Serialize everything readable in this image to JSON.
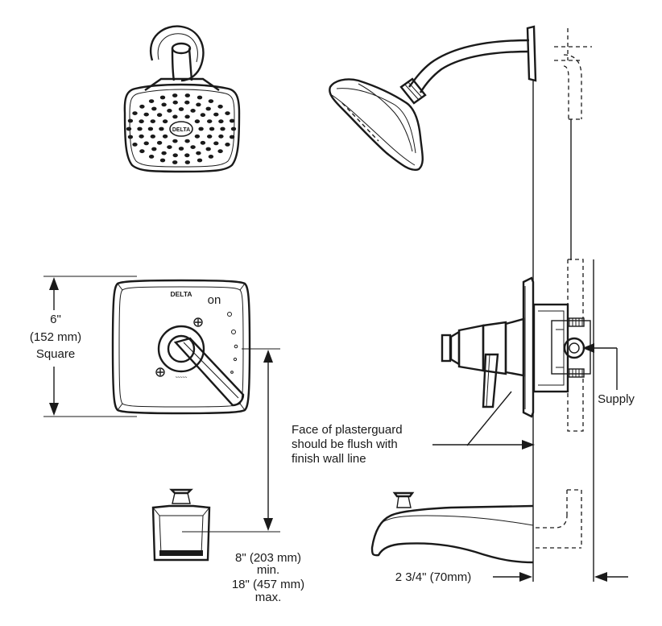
{
  "brand": "DELTA",
  "valve_trim": {
    "brand": "DELTA",
    "on_label": "on",
    "size_dim": "6\"",
    "size_metric": "(152 mm)",
    "shape": "Square"
  },
  "spout_height": {
    "line1": "8\" (203 mm)",
    "line2": "min.",
    "line3": "18\" (457 mm)",
    "line4": "max."
  },
  "side_view": {
    "supply_label": "Supply",
    "note_line1": "Face of plasterguard",
    "note_line2": "should be flush with",
    "note_line3": "finish wall line",
    "spout_dim": "2 3/4\" (70mm)"
  }
}
